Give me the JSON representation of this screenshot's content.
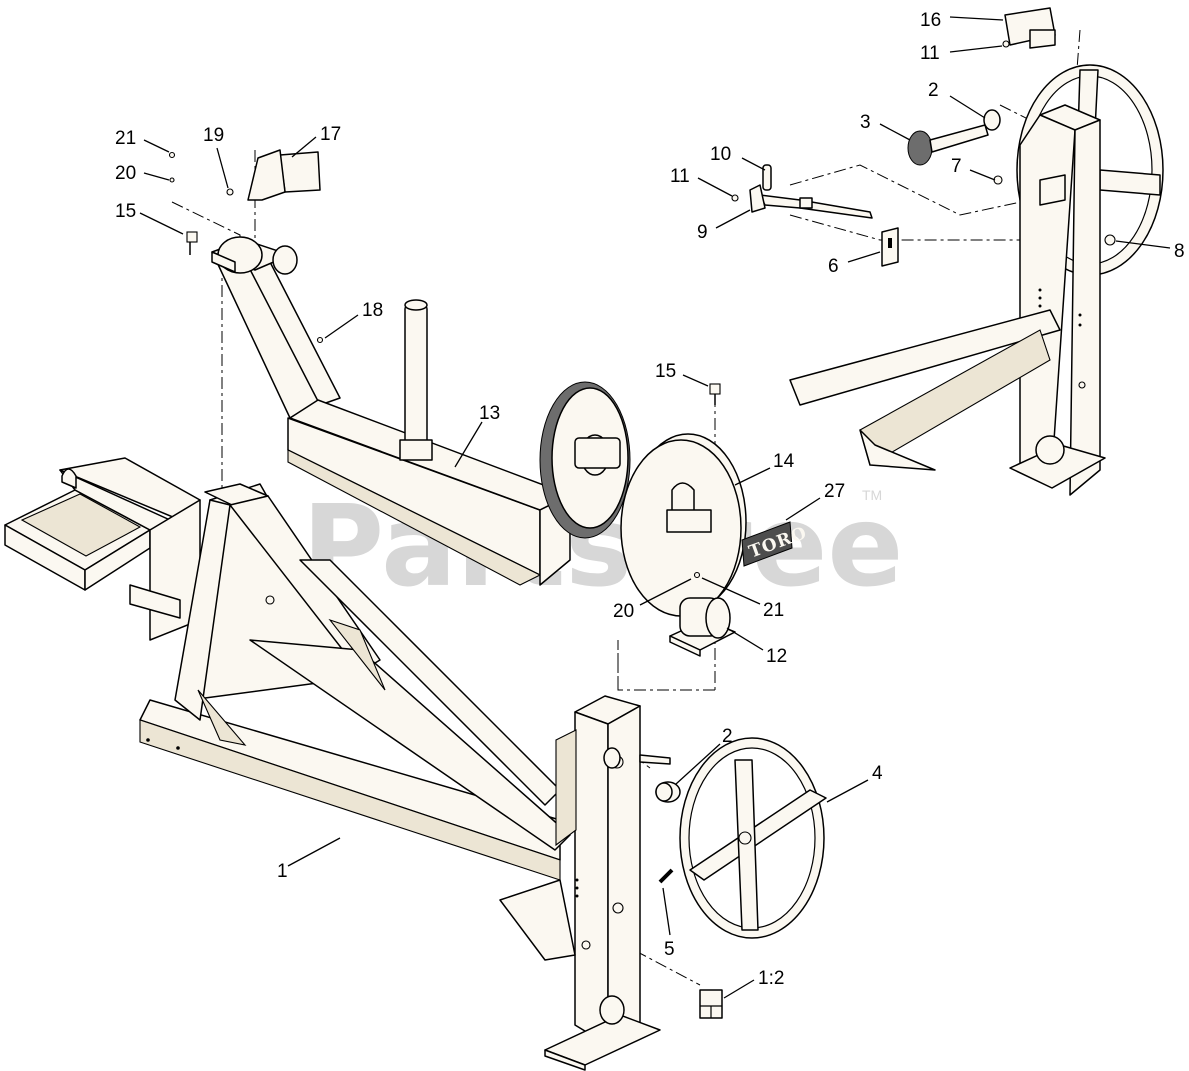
{
  "diagram": {
    "watermark": "PartsTree",
    "watermark_mark": "TM",
    "brand_plate": "TORO",
    "callouts": [
      {
        "id": "c16a",
        "text": "16"
      },
      {
        "id": "c11a",
        "text": "11"
      },
      {
        "id": "c2a",
        "text": "2"
      },
      {
        "id": "c3",
        "text": "3"
      },
      {
        "id": "c10",
        "text": "10"
      },
      {
        "id": "c7",
        "text": "7"
      },
      {
        "id": "c11b",
        "text": "11"
      },
      {
        "id": "c9",
        "text": "9"
      },
      {
        "id": "c8",
        "text": "8"
      },
      {
        "id": "c6",
        "text": "6"
      },
      {
        "id": "c21a",
        "text": "21"
      },
      {
        "id": "c19",
        "text": "19"
      },
      {
        "id": "c17",
        "text": "17"
      },
      {
        "id": "c20a",
        "text": "20"
      },
      {
        "id": "c15a",
        "text": "15"
      },
      {
        "id": "c18",
        "text": "18"
      },
      {
        "id": "c15b",
        "text": "15"
      },
      {
        "id": "c13",
        "text": "13"
      },
      {
        "id": "c14",
        "text": "14"
      },
      {
        "id": "c27",
        "text": "27"
      },
      {
        "id": "c20b",
        "text": "20"
      },
      {
        "id": "c21b",
        "text": "21"
      },
      {
        "id": "c12",
        "text": "12"
      },
      {
        "id": "c2b",
        "text": "2"
      },
      {
        "id": "c4",
        "text": "4"
      },
      {
        "id": "c1",
        "text": "1"
      },
      {
        "id": "c5",
        "text": "5"
      },
      {
        "id": "c1_2",
        "text": "1:2"
      }
    ]
  }
}
